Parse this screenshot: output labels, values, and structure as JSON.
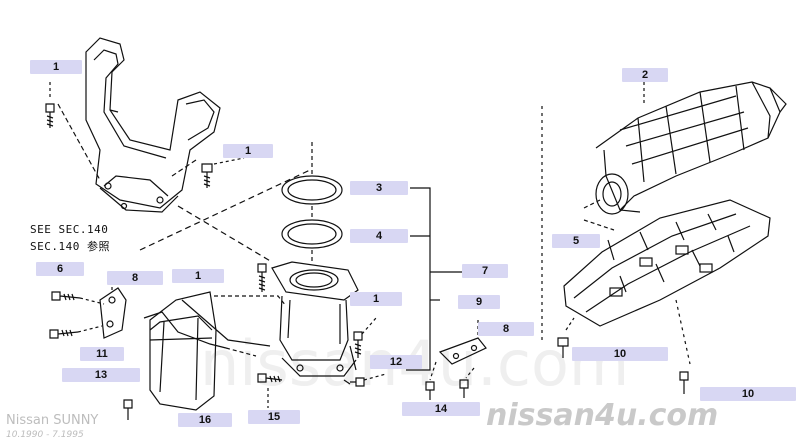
{
  "diagram": {
    "callouts": [
      "1",
      "1",
      "1",
      "1",
      "2",
      "3",
      "4",
      "5",
      "6",
      "7",
      "8",
      "8",
      "9",
      "10",
      "10",
      "11",
      "12",
      "13",
      "14",
      "15",
      "16"
    ],
    "section_note": {
      "line1": "SEE SEC.140",
      "line2": "SEC.140 参照"
    },
    "footer": {
      "model": "Nissan SUNNY",
      "years": "10.1990 - 7.1995"
    },
    "watermark": {
      "brand": "nissan4u.com",
      "faint": "nissan4u.com"
    },
    "colors": {
      "label_bg": "#d8d7f3",
      "ink": "#111111",
      "watermark": "#cfcfcf"
    }
  }
}
